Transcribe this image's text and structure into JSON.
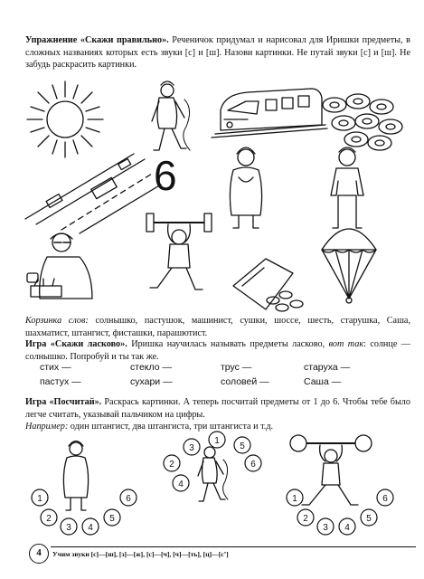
{
  "exercise1": {
    "title": "Упражнение «Скажи правильно».",
    "text": " Реченичок придумал и нарисовал для Иришки предметы, в сложных названиях которых есть звуки [с] и [ш]. Назови картинки. Не путай звуки [с] и [ш]. Не забудь раскрасить картинки."
  },
  "picture_number": "6",
  "basket": {
    "label": "Корзинка слов:",
    "words": " солнышко, пастушок, машинист, сушки, шоссе, шесть, старушка, Саша, шахматист, штангист, фисташки, парашютист."
  },
  "game_affection": {
    "title": "Игра «Скажи ласково».",
    "text_a": " Иришка научилась называть предметы ласково, ",
    "italic": "вот так",
    "text_b": ": солнце — солнышко. Попробуй и ты так же.",
    "words": [
      [
        "стих —",
        "стекло —",
        "трус —",
        "старуха —"
      ],
      [
        "пастух —",
        "сухари —",
        "соловей —",
        "Саша —"
      ]
    ]
  },
  "game_count": {
    "title": "Игра «Посчитай».",
    "text": " Раскрась картинки. А теперь посчитай предметы от 1 до 6. Чтобы тебе было легче считать, указывай пальчиком на цифры.",
    "example_label": "Например:",
    "example_text": " один штангист, два штангиста, три штангиста и т.д."
  },
  "counting_numbers": [
    "1",
    "2",
    "3",
    "4",
    "5",
    "6"
  ],
  "footer": {
    "page": "4",
    "text": "Учим звуки [с]—[ш], [з]—[ж], [с]—[ч], [ч]—[ть], [ц]—[с’]"
  }
}
